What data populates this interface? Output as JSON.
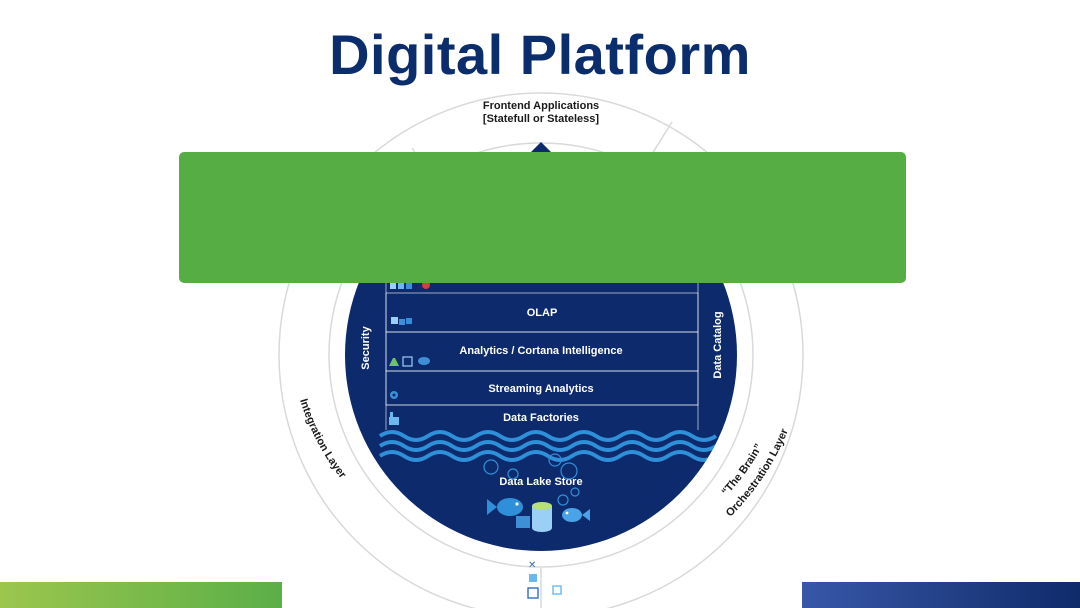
{
  "slide": {
    "title": "Digital Platform"
  },
  "ring": {
    "frontend_line1": "Frontend Applications",
    "frontend_line2": "[Statefull or Stateless]",
    "integration": "Integration Layer",
    "brain_line1": "“The Brain”",
    "brain_line2": "Orchestration Layer"
  },
  "core": {
    "security": "Security",
    "data_catalog": "Data Catalog",
    "layers": {
      "olap": "OLAP",
      "analytics": "Analytics / Cortana Intelligence",
      "streaming": "Streaming Analytics",
      "factories": "Data Factories",
      "lake": "Data Lake Store"
    }
  },
  "colors": {
    "title": "#0b2d6b",
    "core": "#0d2a6c",
    "water": "#2f8fd8",
    "banner": "#56ad44",
    "ring_stroke": "#d9d9d9"
  },
  "icons": {
    "olap": "cube-icon",
    "analytics": "flask-icon",
    "streaming": "gear-icon",
    "factories": "factory-icon",
    "lake": "fish-icon"
  }
}
